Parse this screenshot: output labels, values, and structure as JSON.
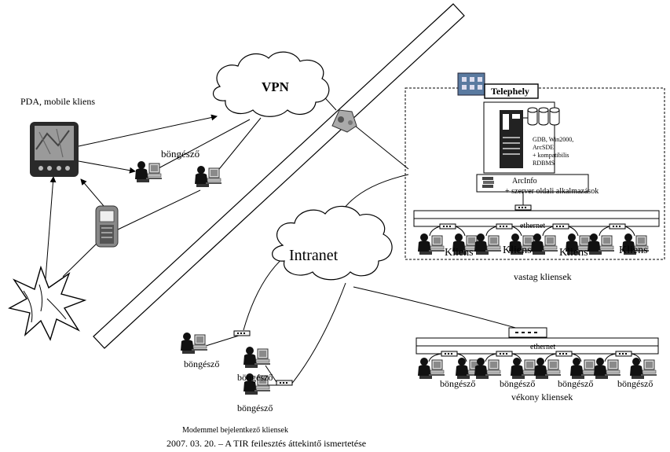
{
  "diagram": {
    "pda_label": "PDA, mobile kliens",
    "vpn_label": "VPN",
    "intranet_label": "Intranet",
    "browser_label": "böngésző",
    "site": {
      "title": "Telephely",
      "server_spec": [
        "GDB, Win2000,",
        "ArcSDE",
        "+ kompatibilis",
        "RDBMS"
      ],
      "app_server": [
        "ArcInfo",
        "+ szerver oldali alkalmazások"
      ],
      "ethernet_label": "ethernet",
      "client_label": "Kliens",
      "caption": "vastag kliensek"
    },
    "thin": {
      "ethernet_label": "ethernet",
      "browser_label": "böngésző",
      "caption": "vékony kliensek"
    },
    "modem": {
      "browser_label": "böngésző",
      "caption": "Modemmel bejelentkező kliensek"
    },
    "footer": "2007. 03. 20. – A TIR feilesztés áttekintő ismertetése"
  }
}
